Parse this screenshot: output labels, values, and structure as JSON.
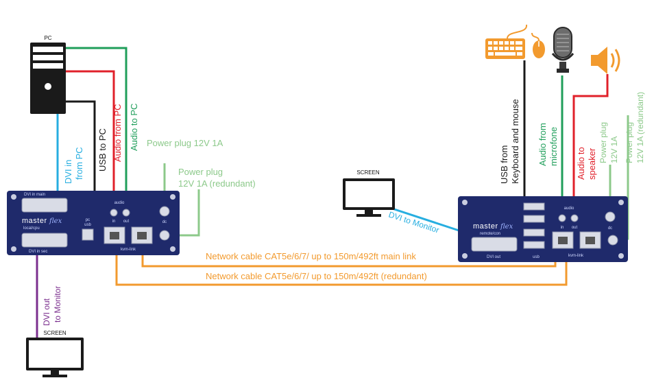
{
  "colors": {
    "black": "#1a1a1a",
    "red": "#e0202a",
    "green": "#1f9e5a",
    "light_green": "#8cc98a",
    "cyan": "#27aee0",
    "orange": "#f29a2e",
    "purple": "#7b2f8e",
    "device": "#1f2a6b"
  },
  "pc": {
    "label": "PC"
  },
  "screens": {
    "middle": "SCREEN",
    "bottom": "SCREEN"
  },
  "left_device": {
    "brand": "master",
    "brand_flex": "flex",
    "model": "local/cpu",
    "dvi_main": "DVI in main",
    "dvi_sec": "DVI in sec",
    "pc_usb": "pc",
    "pc_usb2": "usb",
    "audio": "audio",
    "audio_in": "in",
    "audio_out": "out",
    "dc": "dc",
    "kvm_link": "kvm-link"
  },
  "right_device": {
    "brand": "master",
    "brand_flex": "flex",
    "model": "remote/con",
    "dvi_out": "DVI out",
    "usb": "usb",
    "audio": "audio",
    "audio_in": "in",
    "audio_out": "out",
    "dc": "dc",
    "kvm_link": "kvm-link"
  },
  "labels": {
    "usb_to_pc": "USB to PC",
    "audio_from_pc": "Audio from PC",
    "audio_to_pc": "Audio to PC",
    "dvi_in_1": "DVI in",
    "dvi_in_2": "from PC",
    "power_plug_left": "Power plug 12V 1A",
    "power_red_left_1": "Power plug",
    "power_red_left_2": "12V 1A (redundant)",
    "dvi_out_1": "DVI out",
    "dvi_out_2": "to Monitor",
    "dvi_to_monitor": "DVI to Monitor",
    "net_main": "Network cable CAT5e/6/7/ up to 150m/492ft main link",
    "net_red": "Network cable CAT5e/6/7/ up to 150m/492ft (redundant)",
    "usb_from_1": "USB from",
    "usb_from_2": "Keyboard and mouse",
    "audio_from_1": "Audio from",
    "audio_from_2": "microfone",
    "audio_to_1": "Audio to",
    "audio_to_2": "speaker",
    "power_right_1": "Power plug",
    "power_right_2": "12V 1A",
    "power_red_right_1": "Power plug",
    "power_red_right_2": "12V 1A (redundant)"
  }
}
